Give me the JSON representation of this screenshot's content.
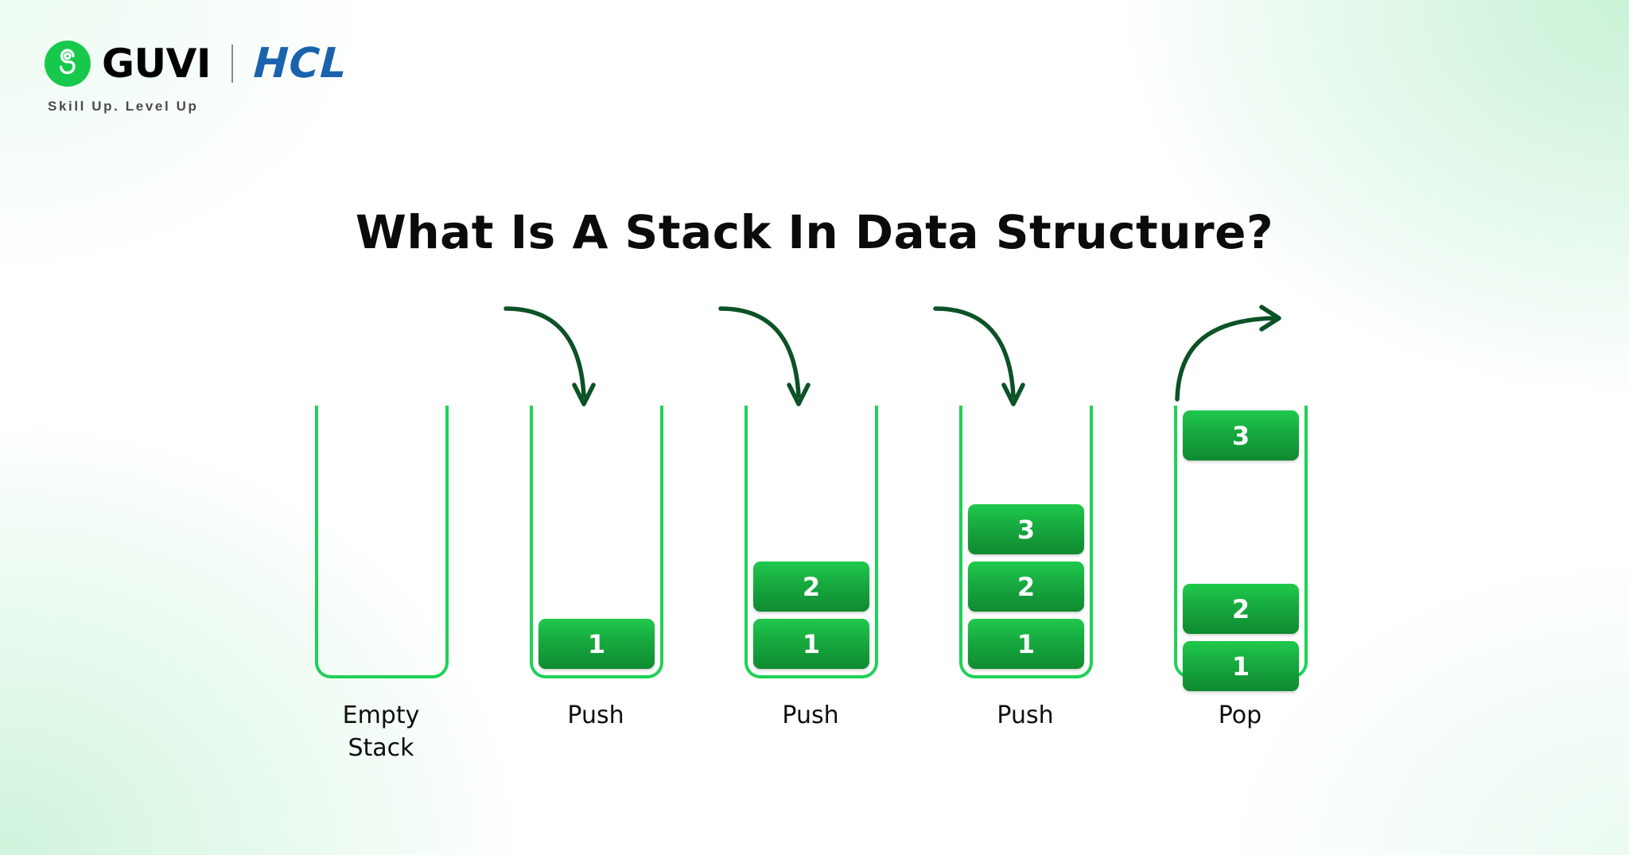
{
  "brand": {
    "guvi_name": "GUVI",
    "partner_name": "HCL",
    "tagline": "Skill Up. Level Up",
    "mark_icon": "guvi-g-icon",
    "green": "#16c94d",
    "blue": "#1a62ad"
  },
  "title": "What Is A Stack In Data Structure?",
  "theme": {
    "container_border": "#1fd156",
    "block_top": "#1fc94c",
    "block_bottom": "#0f8a30",
    "arrow_color": "#0c5227",
    "block_text": "#ffffff",
    "caption_text": "#0d0d0d"
  },
  "diagram": {
    "type": "stack-operations",
    "columns": [
      {
        "caption": "Empty\nStack",
        "operation": "none",
        "items": [],
        "arrow": "none",
        "gap_after_first": false
      },
      {
        "caption": "Push",
        "operation": "push",
        "items": [
          "1"
        ],
        "arrow": "push-in-arrow",
        "gap_after_first": false
      },
      {
        "caption": "Push",
        "operation": "push",
        "items": [
          "2",
          "1"
        ],
        "arrow": "push-in-arrow",
        "gap_after_first": false
      },
      {
        "caption": "Push",
        "operation": "push",
        "items": [
          "3",
          "2",
          "1"
        ],
        "arrow": "push-in-arrow",
        "gap_after_first": false
      },
      {
        "caption": "Pop",
        "operation": "pop",
        "items": [
          "3",
          "2",
          "1"
        ],
        "arrow": "pop-out-arrow",
        "gap_after_first": true
      }
    ]
  }
}
